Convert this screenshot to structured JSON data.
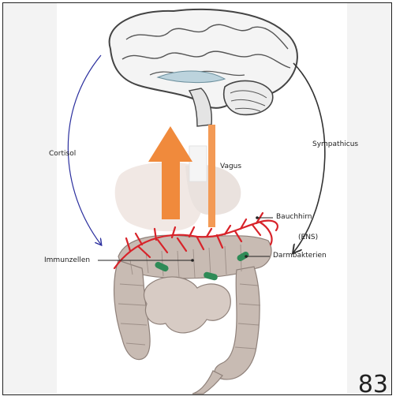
{
  "labels": {
    "cortisol": "Cortisol",
    "vagus": "Vagus",
    "sympathicus": "Sympathicus",
    "bauchhirn": "Bauchhirn",
    "ens": "(ENS)",
    "immunzellen": "Immunzellen",
    "darmbakterien": "Darmbakterien"
  },
  "page_number": "83",
  "colors": {
    "cortisol_arrow": "#2b2f9e",
    "sympathicus_arrow": "#333333",
    "vagus": "#f0914a",
    "nerves": "#d8232a",
    "bacteria": "#2e8b57",
    "intestine": "#c9bcb4"
  }
}
